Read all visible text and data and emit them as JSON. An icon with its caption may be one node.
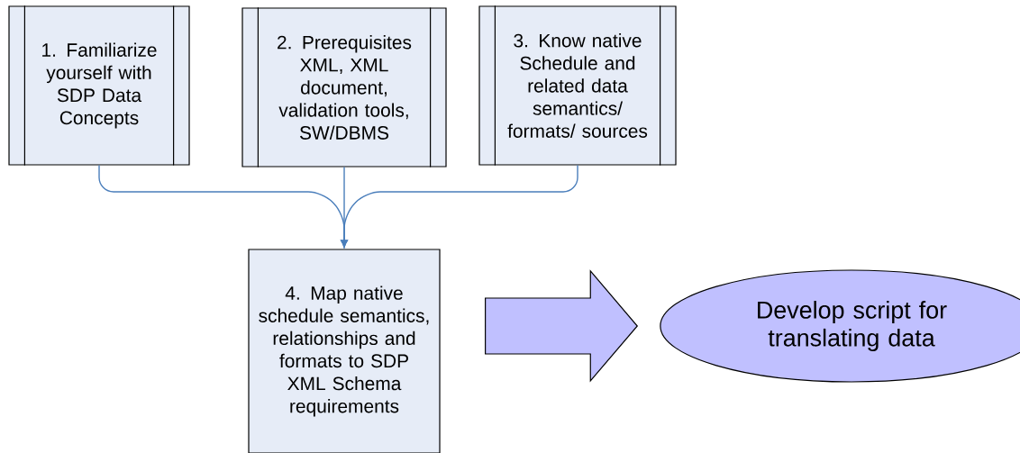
{
  "diagram": {
    "nodes": [
      {
        "text": [
          "1.  Familiarize yourself with SDP Data Concepts"
        ]
      },
      {
        "text": [
          "2. Prerequisites XML, XML document, validation tools, SW/DBMS"
        ]
      },
      {
        "text": [
          "3. Know native Schedule and related data semantics/ formats/ sources"
        ]
      },
      {
        "text": [
          "4.  Map native schedule semantics, relationships and formats to SDP XML Schema requirements"
        ]
      },
      {
        "text": [
          "Develop script for translating data"
        ]
      }
    ],
    "edges": [
      {
        "from": 0,
        "to": 3,
        "arrow": "to"
      },
      {
        "from": 1,
        "to": 3,
        "arrow": "to"
      },
      {
        "from": 2,
        "to": 3,
        "arrow": "to"
      },
      {
        "from": 3,
        "to": 4,
        "arrow": "to",
        "style": "thick",
        "color": "#c0c0ff"
      }
    ]
  }
}
